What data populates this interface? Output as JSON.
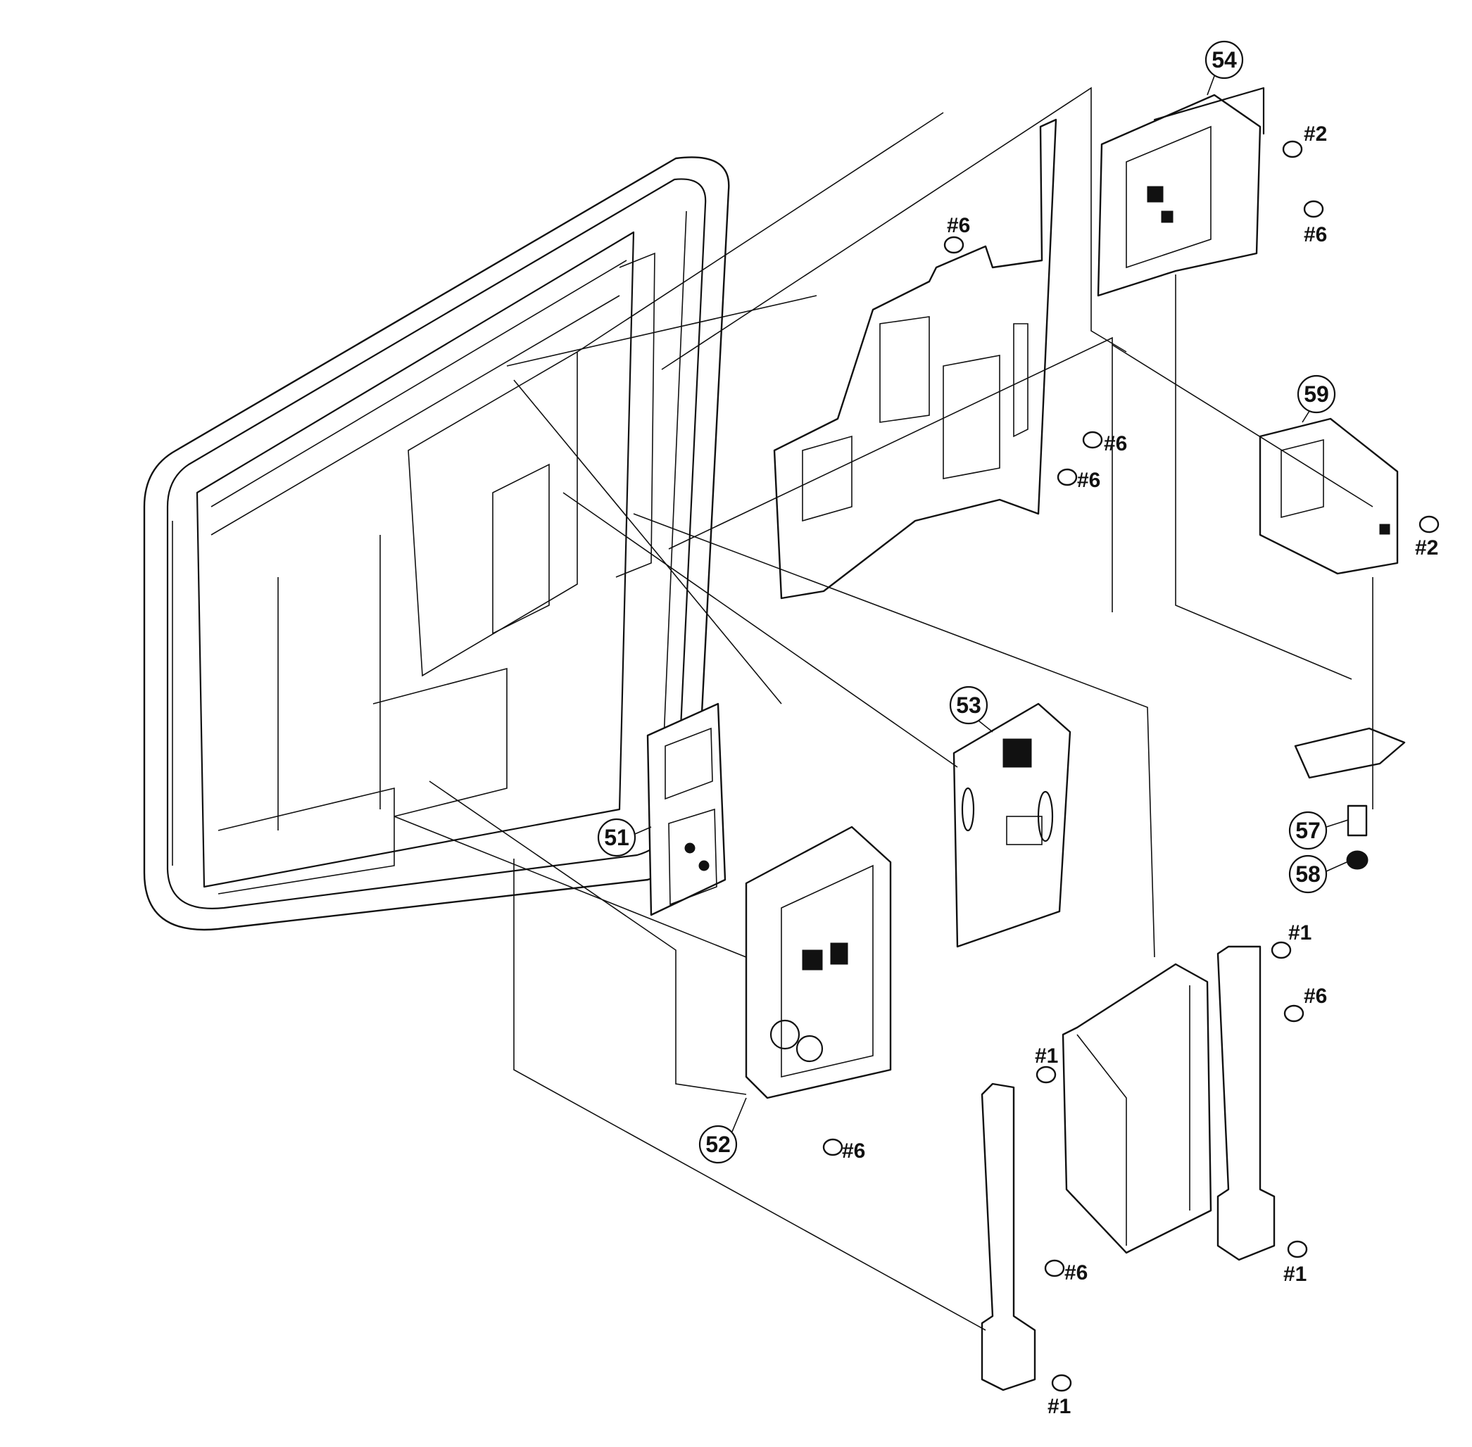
{
  "diagram": {
    "callouts": [
      "51",
      "52",
      "53",
      "54",
      "57",
      "58",
      "59"
    ],
    "screws": [
      "#2",
      "#6",
      "#6",
      "#6",
      "#6",
      "#2",
      "#1",
      "#6",
      "#1",
      "#6",
      "#1",
      "#6",
      "#1"
    ]
  },
  "colors": {
    "line": "#111111",
    "background": "#ffffff"
  }
}
